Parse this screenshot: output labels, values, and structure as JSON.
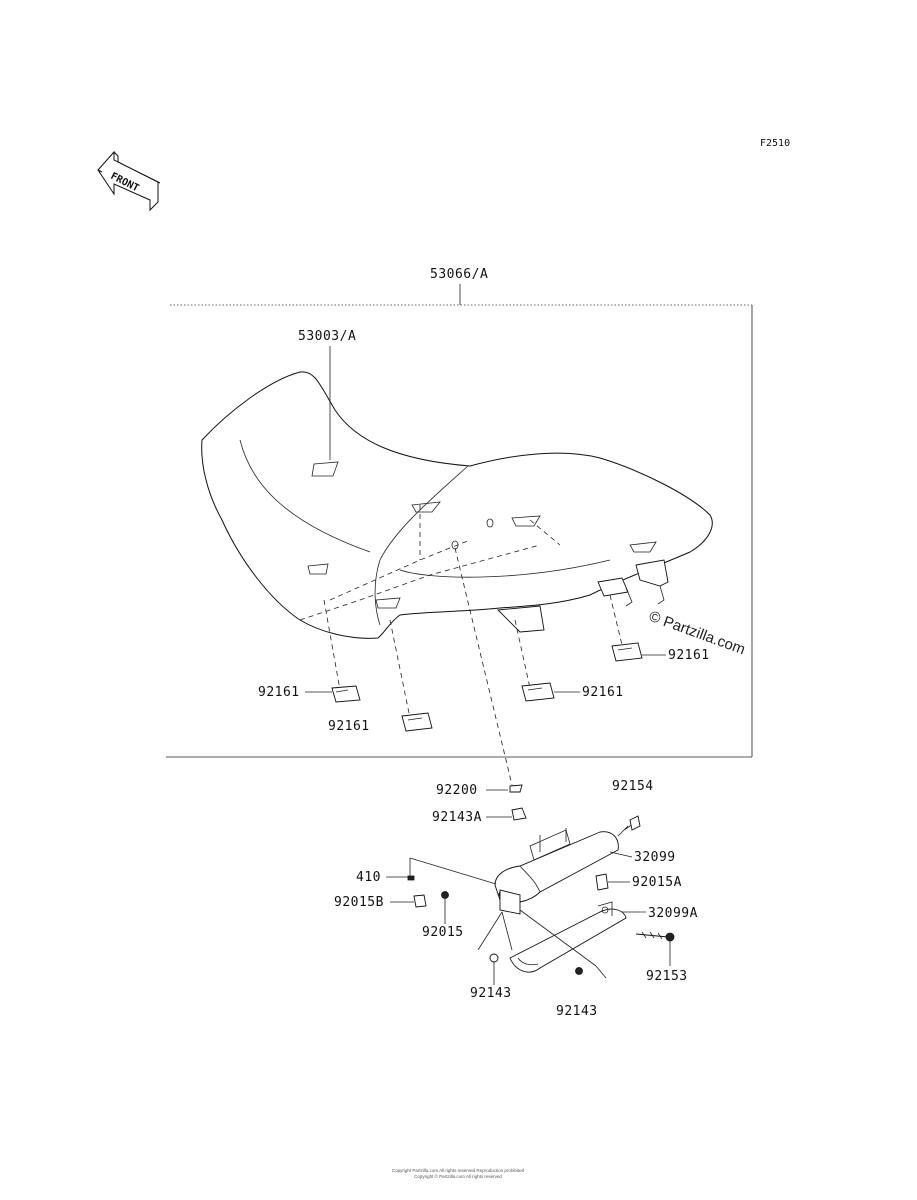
{
  "figure_code": "F2510",
  "front_arrow_label": "FRONT",
  "watermark": "© Partzilla.com",
  "footer_lines": [
    "Copyright Partzilla.com  All rights reserved  Reproduction prohibited",
    "Copyright © Partzilla.com  All rights reserved"
  ],
  "callouts": {
    "seat_assy": "53066/A",
    "seat_cover": "53003/A",
    "rubber_1": "92161",
    "rubber_2": "92161",
    "rubber_3": "92161",
    "rubber_4": "92161",
    "clamp": "92200",
    "bracket_label": "92154",
    "damper_a": "92143A",
    "nut_410": "410",
    "nut_b": "92015B",
    "nut_92015": "92015",
    "damper_1": "92143",
    "damper_2": "92143",
    "cover_32099": "32099",
    "nut_a": "92015A",
    "cover_32099a": "32099A",
    "bolt": "92153"
  }
}
